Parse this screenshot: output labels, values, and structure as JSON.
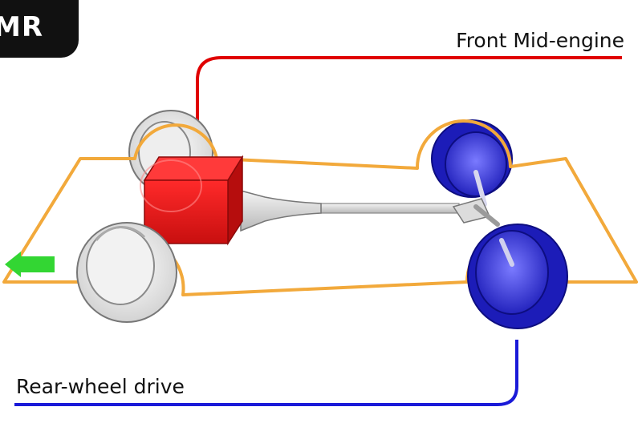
{
  "badge": {
    "text": "MR"
  },
  "labels": {
    "front": "Front Mid-engine",
    "rear": "Rear-wheel drive"
  },
  "colors": {
    "chassis": "#f2a93b",
    "engine": "#e81e1e",
    "drive_wheel": "#2b2bd6",
    "idle_wheel": "#e6e6e6",
    "front_line": "#e00000",
    "rear_line": "#1a1ad8",
    "direction_arrow": "#33d633",
    "badge_bg": "#111111"
  },
  "icons": {
    "direction": "left-arrow-icon"
  }
}
